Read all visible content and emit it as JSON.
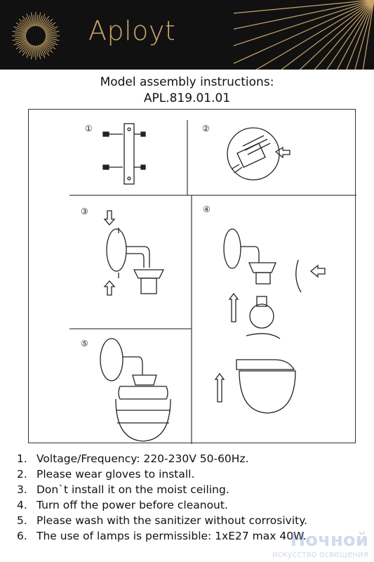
{
  "header": {
    "brand": "Aployt",
    "bg": "#111111",
    "accent": "#c9a56a"
  },
  "title": {
    "line1": "Model assembly instructions:",
    "line2": "APL.819.01.01"
  },
  "diagram": {
    "step_labels": [
      "①",
      "②",
      "③",
      "④",
      "⑤"
    ]
  },
  "instructions": [
    {
      "num": "1.",
      "text": "Voltage/Frequency: 220-230V 50-60Hz."
    },
    {
      "num": "2.",
      "text": "Please wear gloves to install."
    },
    {
      "num": "3.",
      "text": "Don`t install it on the moist ceiling."
    },
    {
      "num": "4.",
      "text": "Turn off the power before cleanout."
    },
    {
      "num": "5.",
      "text": "Please wash with the sanitizer without corrosivity."
    },
    {
      "num": "6.",
      "text": "The use of lamps is permissible: 1xE27 max 40W."
    }
  ],
  "watermark": {
    "line1": "Ночной",
    "line2": "искусство освещения"
  }
}
